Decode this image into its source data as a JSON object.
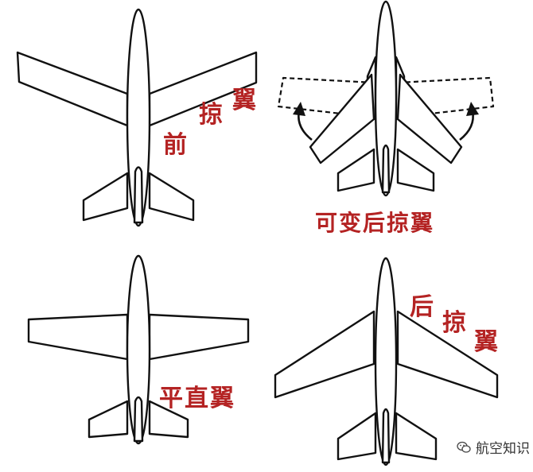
{
  "diagrams": {
    "forward_swept": {
      "chars": [
        "前",
        "掠",
        "翼"
      ]
    },
    "variable_swept": {
      "label": "可变后掠翼"
    },
    "straight": {
      "label": "平直翼"
    },
    "swept_back": {
      "chars": [
        "后",
        "掠",
        "翼"
      ]
    }
  },
  "watermark": {
    "text": "航空知识",
    "icon": "wechat-icon"
  },
  "colors": {
    "label": "#b42323",
    "outline": "#111111"
  }
}
